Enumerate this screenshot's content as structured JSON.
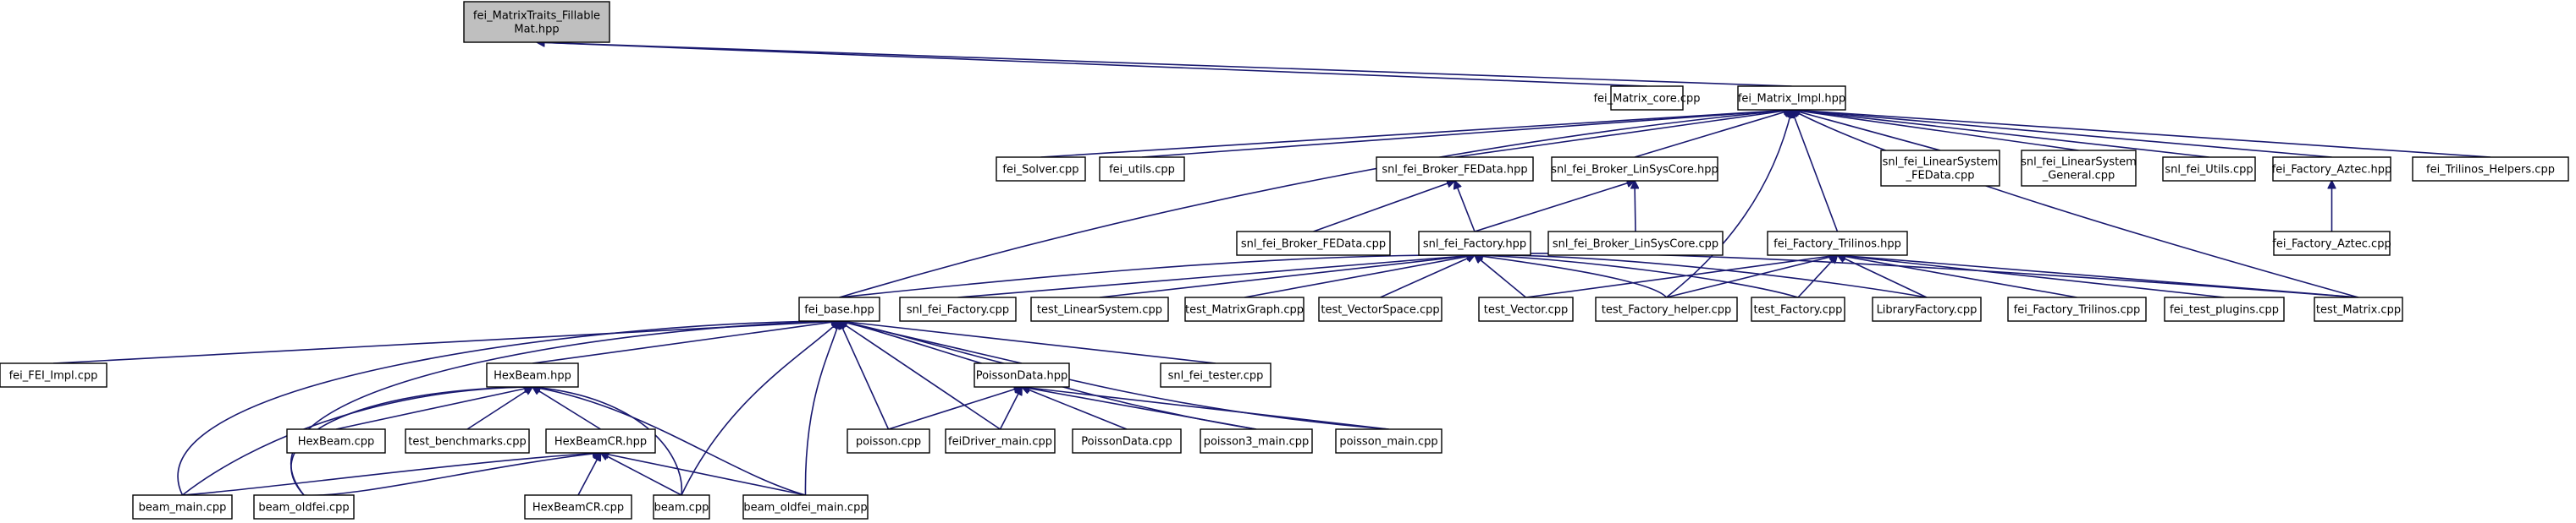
{
  "colors": {
    "edge": "#191970",
    "box_fill": "#ffffff",
    "root_fill": "#bfbfbf",
    "box_stroke": "#000000",
    "text": "#000000"
  },
  "nodes": [
    {
      "id": "root",
      "lines": [
        "fei_MatrixTraits_Fillable",
        "Mat.hpp"
      ],
      "root": true
    },
    {
      "id": "matrix_core",
      "lines": [
        "fei_Matrix_core.cpp"
      ]
    },
    {
      "id": "matrix_impl",
      "lines": [
        "fei_Matrix_Impl.hpp"
      ]
    },
    {
      "id": "solver",
      "lines": [
        "fei_Solver.cpp"
      ]
    },
    {
      "id": "utils",
      "lines": [
        "fei_utils.cpp"
      ]
    },
    {
      "id": "broker_fedata_hpp",
      "lines": [
        "snl_fei_Broker_FEData.hpp"
      ]
    },
    {
      "id": "broker_linsys_hpp",
      "lines": [
        "snl_fei_Broker_LinSysCore.hpp"
      ]
    },
    {
      "id": "linsys_fedata",
      "lines": [
        "snl_fei_LinearSystem",
        "_FEData.cpp"
      ]
    },
    {
      "id": "linsys_general",
      "lines": [
        "snl_fei_LinearSystem",
        "_General.cpp"
      ]
    },
    {
      "id": "snl_utils",
      "lines": [
        "snl_fei_Utils.cpp"
      ]
    },
    {
      "id": "factory_aztec_hpp",
      "lines": [
        "fei_Factory_Aztec.hpp"
      ]
    },
    {
      "id": "trilinos_helpers",
      "lines": [
        "fei_Trilinos_Helpers.cpp"
      ]
    },
    {
      "id": "broker_fedata_cpp",
      "lines": [
        "snl_fei_Broker_FEData.cpp"
      ]
    },
    {
      "id": "snl_factory_hpp",
      "lines": [
        "snl_fei_Factory.hpp"
      ]
    },
    {
      "id": "broker_linsys_cpp",
      "lines": [
        "snl_fei_Broker_LinSysCore.cpp"
      ]
    },
    {
      "id": "factory_trilinos_hpp",
      "lines": [
        "fei_Factory_Trilinos.hpp"
      ]
    },
    {
      "id": "factory_aztec_cpp",
      "lines": [
        "fei_Factory_Aztec.cpp"
      ]
    },
    {
      "id": "fei_base",
      "lines": [
        "fei_base.hpp"
      ]
    },
    {
      "id": "snl_factory_cpp",
      "lines": [
        "snl_fei_Factory.cpp"
      ]
    },
    {
      "id": "test_linsys",
      "lines": [
        "test_LinearSystem.cpp"
      ]
    },
    {
      "id": "test_matrixgraph",
      "lines": [
        "test_MatrixGraph.cpp"
      ]
    },
    {
      "id": "test_vectorspace",
      "lines": [
        "test_VectorSpace.cpp"
      ]
    },
    {
      "id": "test_vector",
      "lines": [
        "test_Vector.cpp"
      ]
    },
    {
      "id": "test_factory_helper",
      "lines": [
        "test_Factory_helper.cpp"
      ]
    },
    {
      "id": "test_factory",
      "lines": [
        "test_Factory.cpp"
      ]
    },
    {
      "id": "library_factory",
      "lines": [
        "LibraryFactory.cpp"
      ]
    },
    {
      "id": "factory_trilinos_cpp",
      "lines": [
        "fei_Factory_Trilinos.cpp"
      ]
    },
    {
      "id": "test_plugins",
      "lines": [
        "fei_test_plugins.cpp"
      ]
    },
    {
      "id": "test_matrix",
      "lines": [
        "test_Matrix.cpp"
      ]
    },
    {
      "id": "fei_impl",
      "lines": [
        "fei_FEI_Impl.cpp"
      ]
    },
    {
      "id": "hexbeam_hpp",
      "lines": [
        "HexBeam.hpp"
      ]
    },
    {
      "id": "poissondata_hpp",
      "lines": [
        "PoissonData.hpp"
      ]
    },
    {
      "id": "snl_tester",
      "lines": [
        "snl_fei_tester.cpp"
      ]
    },
    {
      "id": "hexbeam_cpp",
      "lines": [
        "HexBeam.cpp"
      ]
    },
    {
      "id": "test_benchmarks",
      "lines": [
        "test_benchmarks.cpp"
      ]
    },
    {
      "id": "hexbeamcr_hpp",
      "lines": [
        "HexBeamCR.hpp"
      ]
    },
    {
      "id": "poisson_cpp",
      "lines": [
        "poisson.cpp"
      ]
    },
    {
      "id": "feidriver",
      "lines": [
        "feiDriver_main.cpp"
      ]
    },
    {
      "id": "poissondata_cpp",
      "lines": [
        "PoissonData.cpp"
      ]
    },
    {
      "id": "poisson3_main",
      "lines": [
        "poisson3_main.cpp"
      ]
    },
    {
      "id": "poisson_main",
      "lines": [
        "poisson_main.cpp"
      ]
    },
    {
      "id": "beam_main",
      "lines": [
        "beam_main.cpp"
      ]
    },
    {
      "id": "beam_oldfei",
      "lines": [
        "beam_oldfei.cpp"
      ]
    },
    {
      "id": "hexbeamcr_cpp",
      "lines": [
        "HexBeamCR.cpp"
      ]
    },
    {
      "id": "beam_cpp",
      "lines": [
        "beam.cpp"
      ]
    },
    {
      "id": "beam_oldfei_main",
      "lines": [
        "beam_oldfei_main.cpp"
      ]
    }
  ],
  "edges": [
    [
      "matrix_core",
      "root"
    ],
    [
      "matrix_impl",
      "root"
    ],
    [
      "solver",
      "matrix_impl"
    ],
    [
      "utils",
      "matrix_impl"
    ],
    [
      "broker_fedata_hpp",
      "matrix_impl"
    ],
    [
      "broker_linsys_hpp",
      "matrix_impl"
    ],
    [
      "linsys_fedata",
      "matrix_impl"
    ],
    [
      "linsys_general",
      "matrix_impl"
    ],
    [
      "snl_utils",
      "matrix_impl"
    ],
    [
      "factory_aztec_hpp",
      "matrix_impl"
    ],
    [
      "trilinos_helpers",
      "matrix_impl"
    ],
    [
      "fei_base",
      "matrix_impl"
    ],
    [
      "factory_trilinos_hpp",
      "matrix_impl"
    ],
    [
      "test_factory_helper",
      "matrix_impl"
    ],
    [
      "test_matrix",
      "matrix_impl"
    ],
    [
      "broker_fedata_cpp",
      "broker_fedata_hpp"
    ],
    [
      "snl_factory_hpp",
      "broker_fedata_hpp"
    ],
    [
      "snl_factory_hpp",
      "broker_linsys_hpp"
    ],
    [
      "broker_linsys_cpp",
      "broker_linsys_hpp"
    ],
    [
      "factory_aztec_cpp",
      "factory_aztec_hpp"
    ],
    [
      "fei_base",
      "snl_factory_hpp"
    ],
    [
      "snl_factory_cpp",
      "snl_factory_hpp"
    ],
    [
      "test_linsys",
      "snl_factory_hpp"
    ],
    [
      "test_matrixgraph",
      "snl_factory_hpp"
    ],
    [
      "test_vectorspace",
      "snl_factory_hpp"
    ],
    [
      "test_vector",
      "snl_factory_hpp"
    ],
    [
      "test_factory_helper",
      "snl_factory_hpp"
    ],
    [
      "test_factory",
      "snl_factory_hpp"
    ],
    [
      "library_factory",
      "snl_factory_hpp"
    ],
    [
      "test_matrix",
      "snl_factory_hpp"
    ],
    [
      "test_vector",
      "factory_trilinos_hpp"
    ],
    [
      "test_factory_helper",
      "factory_trilinos_hpp"
    ],
    [
      "test_factory",
      "factory_trilinos_hpp"
    ],
    [
      "library_factory",
      "factory_trilinos_hpp"
    ],
    [
      "factory_trilinos_cpp",
      "factory_trilinos_hpp"
    ],
    [
      "test_plugins",
      "factory_trilinos_hpp"
    ],
    [
      "test_matrix",
      "factory_trilinos_hpp"
    ],
    [
      "fei_impl",
      "fei_base"
    ],
    [
      "hexbeam_hpp",
      "fei_base"
    ],
    [
      "poissondata_hpp",
      "fei_base"
    ],
    [
      "snl_tester",
      "fei_base"
    ],
    [
      "poisson_cpp",
      "fei_base"
    ],
    [
      "feidriver",
      "fei_base"
    ],
    [
      "poisson3_main",
      "fei_base"
    ],
    [
      "poisson_main",
      "fei_base"
    ],
    [
      "beam_main",
      "fei_base"
    ],
    [
      "beam_oldfei",
      "fei_base"
    ],
    [
      "beam_cpp",
      "fei_base"
    ],
    [
      "beam_oldfei_main",
      "fei_base"
    ],
    [
      "hexbeam_cpp",
      "hexbeam_hpp"
    ],
    [
      "test_benchmarks",
      "hexbeam_hpp"
    ],
    [
      "hexbeamcr_hpp",
      "hexbeam_hpp"
    ],
    [
      "beam_main",
      "hexbeam_hpp"
    ],
    [
      "beam_oldfei",
      "hexbeam_hpp"
    ],
    [
      "beam_cpp",
      "hexbeam_hpp"
    ],
    [
      "beam_oldfei_main",
      "hexbeam_hpp"
    ],
    [
      "poisson_cpp",
      "poissondata_hpp"
    ],
    [
      "feidriver",
      "poissondata_hpp"
    ],
    [
      "poissondata_cpp",
      "poissondata_hpp"
    ],
    [
      "poisson3_main",
      "poissondata_hpp"
    ],
    [
      "poisson_main",
      "poissondata_hpp"
    ],
    [
      "beam_main",
      "hexbeamcr_hpp"
    ],
    [
      "beam_oldfei",
      "hexbeamcr_hpp"
    ],
    [
      "hexbeamcr_cpp",
      "hexbeamcr_hpp"
    ],
    [
      "beam_cpp",
      "hexbeamcr_hpp"
    ],
    [
      "beam_oldfei_main",
      "hexbeamcr_hpp"
    ]
  ]
}
